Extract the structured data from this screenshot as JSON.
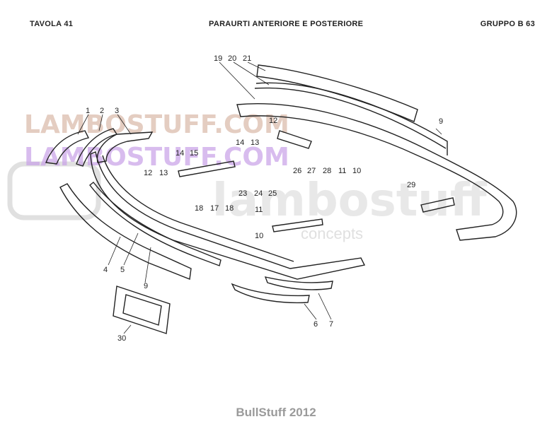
{
  "header": {
    "left": "TAVOLA 41",
    "center": "PARAURTI ANTERIORE E POSTERIORE",
    "right": "GRUPPO B 63"
  },
  "watermarks": {
    "line1": "LAMBOSTUFF.COM",
    "line2": "LAMBOSTUFF.COM",
    "brand": "lambostuff",
    "concepts": "concepts"
  },
  "footer": "BullStuff 2012",
  "part_labels": [
    "1",
    "2",
    "3",
    "12",
    "13",
    "14",
    "15",
    "19",
    "20",
    "21",
    "14",
    "13",
    "12",
    "9",
    "26",
    "27",
    "28",
    "11",
    "10",
    "23",
    "24",
    "25",
    "18",
    "17",
    "18",
    "11",
    "10",
    "29",
    "4",
    "5",
    "9",
    "6",
    "7",
    "30"
  ],
  "colors": {
    "line": "#222222",
    "wm_tan": "#d9b8a8",
    "wm_purple": "#c8a0e8",
    "wm_grey": "#e6e6e6"
  }
}
